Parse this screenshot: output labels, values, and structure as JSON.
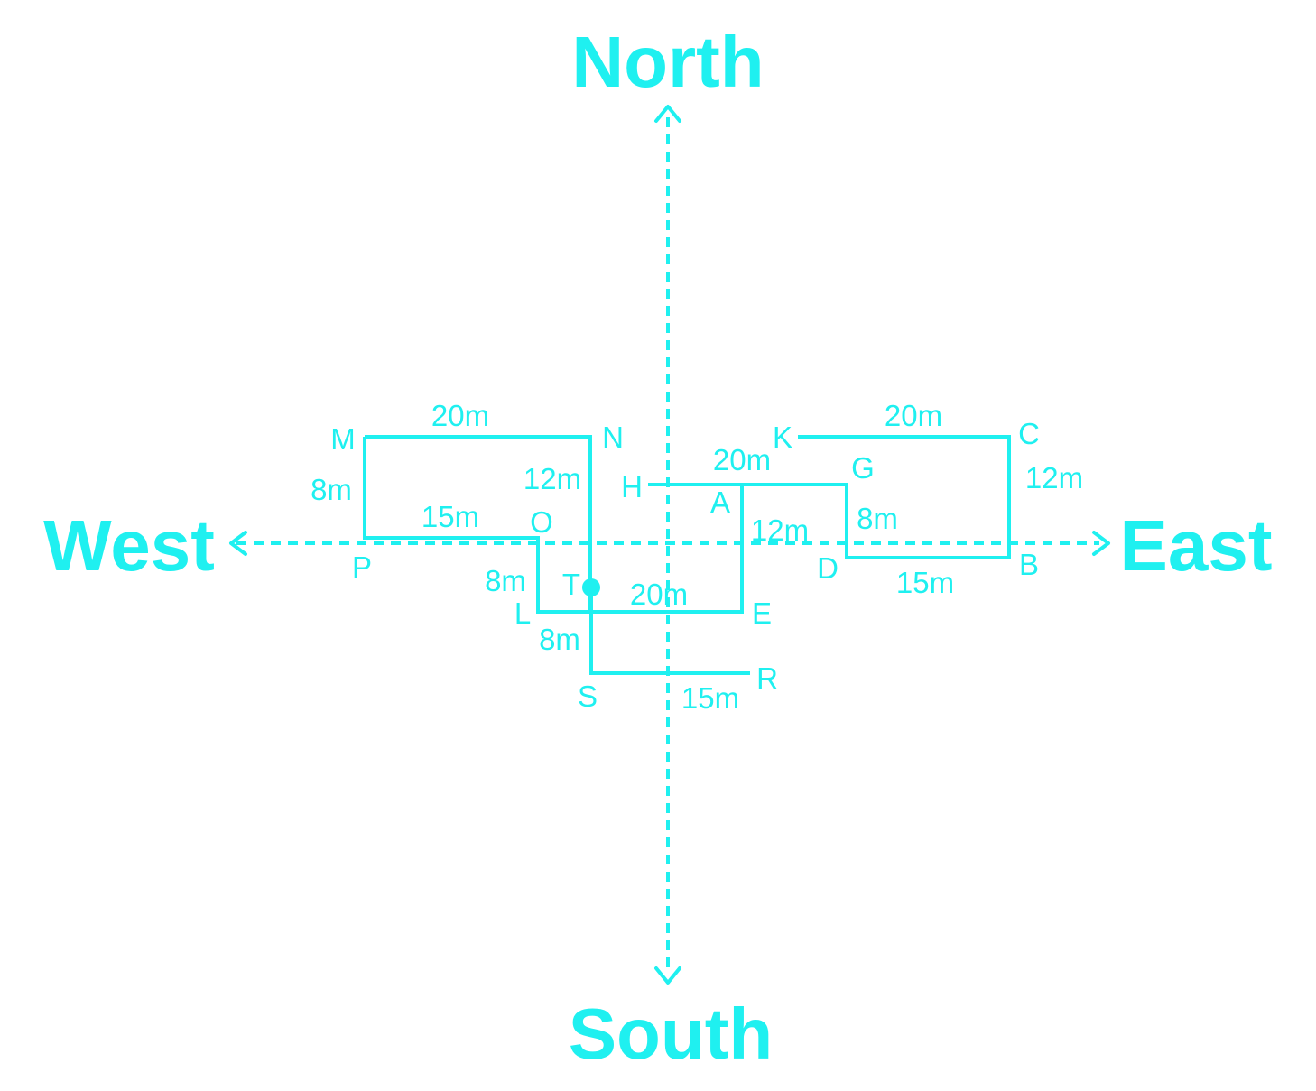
{
  "colors": {
    "primary": "#1ff0f0",
    "background": "#ffffff"
  },
  "directions": {
    "north": "North",
    "south": "South",
    "east": "East",
    "west": "West"
  },
  "points": {
    "M": "M",
    "N": "N",
    "O": "O",
    "P": "P",
    "L": "L",
    "T": "T",
    "S": "S",
    "R": "R",
    "H": "H",
    "A": "A",
    "E": "E",
    "G": "G",
    "D": "D",
    "K": "K",
    "C": "C",
    "B": "B"
  },
  "distances": {
    "mn": "20m",
    "mp": "8m",
    "po": "15m",
    "nt": "12m",
    "ol": "8m",
    "le": "20m",
    "ts": "8m",
    "sr": "15m",
    "hg": "20m",
    "ae": "12m",
    "gd": "8m",
    "db": "15m",
    "kc": "20m",
    "cb": "12m"
  }
}
